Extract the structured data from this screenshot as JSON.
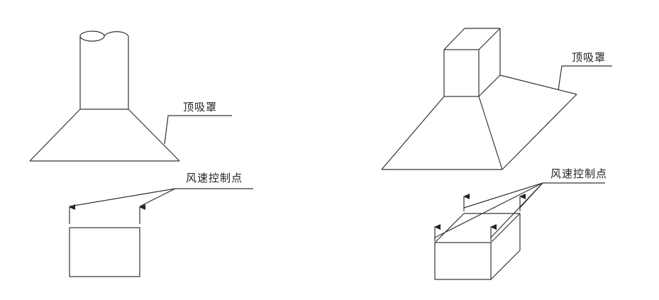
{
  "diagram": {
    "type": "technical-line-drawing",
    "colors": {
      "line": "#222222",
      "background": "#ffffff"
    },
    "figures": [
      {
        "id": "round-hood",
        "hood_label": "顶吸罩",
        "control_point_label": "风速控制点"
      },
      {
        "id": "rectangular-hood",
        "hood_label": "顶吸罩",
        "control_point_label": "风速控制点"
      }
    ]
  }
}
